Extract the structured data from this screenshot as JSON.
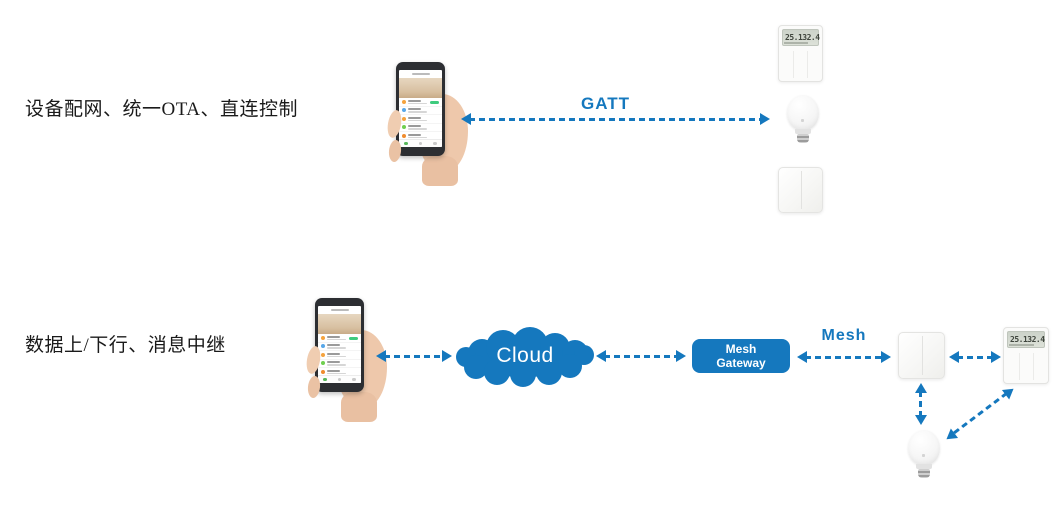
{
  "colors": {
    "accent_blue": "#1578BE"
  },
  "icons": {
    "phone": "smartphone-in-hand",
    "sensor": "temp-humidity-sensor",
    "bulb": "light-bulb",
    "switch": "wall-switch",
    "cloud": "cloud-shape",
    "gateway": "mesh-gateway-box",
    "arrow": "dashed-double-arrow"
  },
  "row_direct": {
    "label": "设备配网、统一OTA、直连控制",
    "link_label": "GATT"
  },
  "row_mesh": {
    "label": "数据上/下行、消息中继",
    "cloud_label": "Cloud",
    "gateway_line1": "Mesh",
    "gateway_line2": "Gateway",
    "link_label": "Mesh"
  },
  "sensor_display": {
    "temperature": "25.1",
    "humidity": "32.4"
  }
}
